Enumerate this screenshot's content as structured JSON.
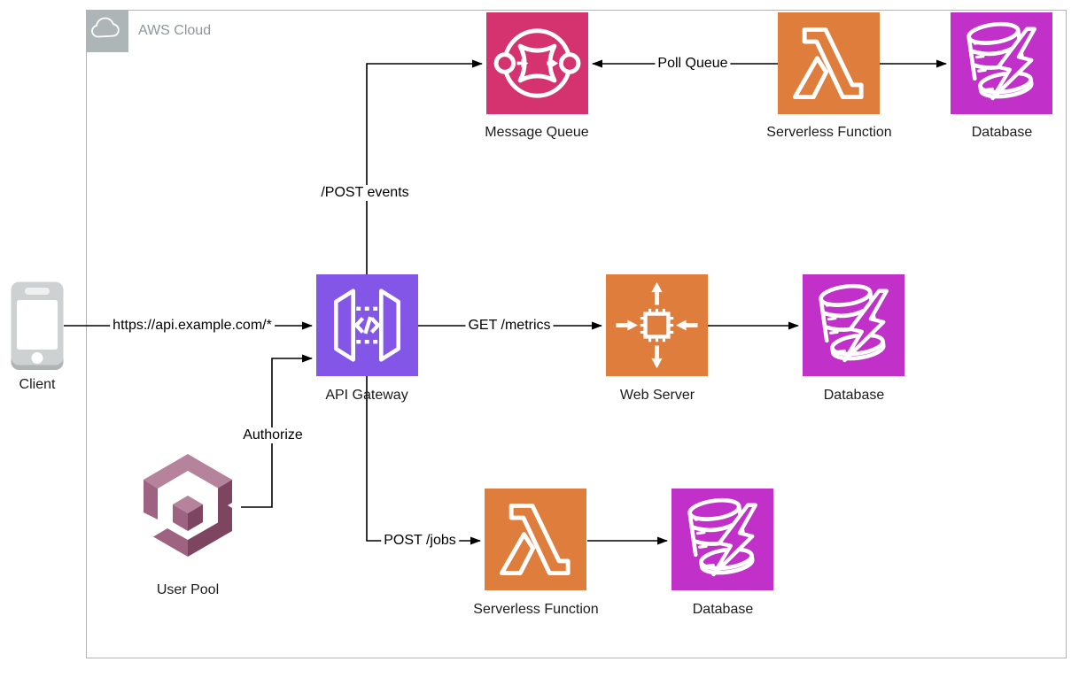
{
  "aws_cloud": {
    "label": "AWS Cloud"
  },
  "nodes": {
    "client": {
      "label": "Client"
    },
    "user_pool": {
      "label": "User Pool"
    },
    "api_gateway": {
      "label": "API Gateway"
    },
    "message_queue": {
      "label": "Message Queue"
    },
    "serverless_function_top": {
      "label": "Serverless Function"
    },
    "database_top": {
      "label": "Database"
    },
    "web_server": {
      "label": "Web Server"
    },
    "database_mid": {
      "label": "Database"
    },
    "serverless_function_bottom": {
      "label": "Serverless Function"
    },
    "database_bottom": {
      "label": "Database"
    }
  },
  "edges": [
    {
      "from": "Client",
      "to": "API Gateway",
      "label": "https://api.example.com/*"
    },
    {
      "from": "User Pool",
      "to": "API Gateway",
      "label": "Authorize"
    },
    {
      "from": "API Gateway",
      "to": "Message Queue",
      "label": "/POST events"
    },
    {
      "from": "Serverless Function",
      "to": "Message Queue",
      "label": "Poll Queue"
    },
    {
      "from": "Serverless Function",
      "to": "Database"
    },
    {
      "from": "API Gateway",
      "to": "Web Server",
      "label": "GET /metrics"
    },
    {
      "from": "Web Server",
      "to": "Database"
    },
    {
      "from": "API Gateway",
      "to": "Serverless Function",
      "label": "POST /jobs"
    },
    {
      "from": "Serverless Function",
      "to": "Database"
    }
  ],
  "icons": {
    "aws_cloud": "cloud-icon",
    "client": "mobile-device-icon",
    "user_pool": "cognito-user-pool-icon",
    "api_gateway": "api-gateway-icon",
    "message_queue": "message-queue-icon",
    "serverless_function": "lambda-function-icon",
    "database": "database-lightning-icon",
    "web_server": "server-chip-icon"
  },
  "colors": {
    "api_gateway_purple": "#8456E8",
    "message_queue_pink": "#D5336F",
    "lambda_orange": "#DF7D3D",
    "database_magenta": "#C130C9",
    "user_pool_light": "#B5839B",
    "user_pool_mid": "#9E6380",
    "user_pool_dark": "#7D4560",
    "group_gray": "#AEB5B7",
    "edge_black": "#000000"
  }
}
